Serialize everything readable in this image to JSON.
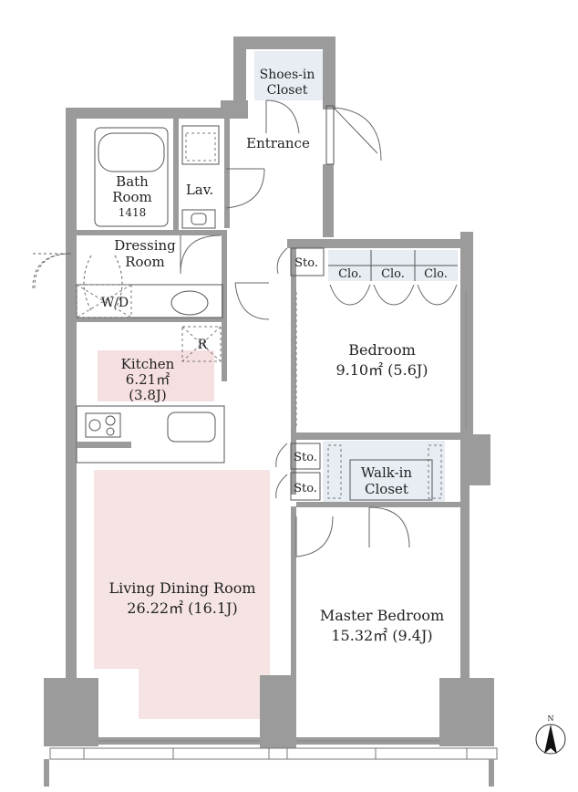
{
  "rooms": {
    "shoes_closet": {
      "line1": "Shoes-in",
      "line2": "Closet"
    },
    "entrance": "Entrance",
    "bath": {
      "line1": "Bath",
      "line2": "Room",
      "line3": "1418"
    },
    "lav": "Lav.",
    "dressing": {
      "line1": "Dressing",
      "line2": "Room"
    },
    "wd": "W/D",
    "refrigerator": "R",
    "kitchen": {
      "line1": "Kitchen",
      "line2": "6.21㎡",
      "line3": "(3.8J)"
    },
    "storage_1": "Sto.",
    "storage_2": "Sto.",
    "storage_3": "Sto.",
    "closet_1": "Clo.",
    "closet_2": "Clo.",
    "closet_3": "Clo.",
    "bedroom": {
      "line1": "Bedroom",
      "line2": "9.10㎡ (5.6J)"
    },
    "walkin": {
      "line1": "Walk-in",
      "line2": "Closet"
    },
    "living": {
      "line1": "Living Dining Room",
      "line2": "26.22㎡ (16.1J)"
    },
    "master": {
      "line1": "Master Bedroom",
      "line2": "15.32㎡ (9.4J)"
    }
  },
  "compass": {
    "north_label": "N"
  },
  "colors": {
    "wall": "#9b9b9b",
    "living_highlight": "#f6e4e4",
    "kitchen_highlight": "#f6dfe0",
    "closet_fill": "#e7edf3",
    "line": "#555555"
  }
}
